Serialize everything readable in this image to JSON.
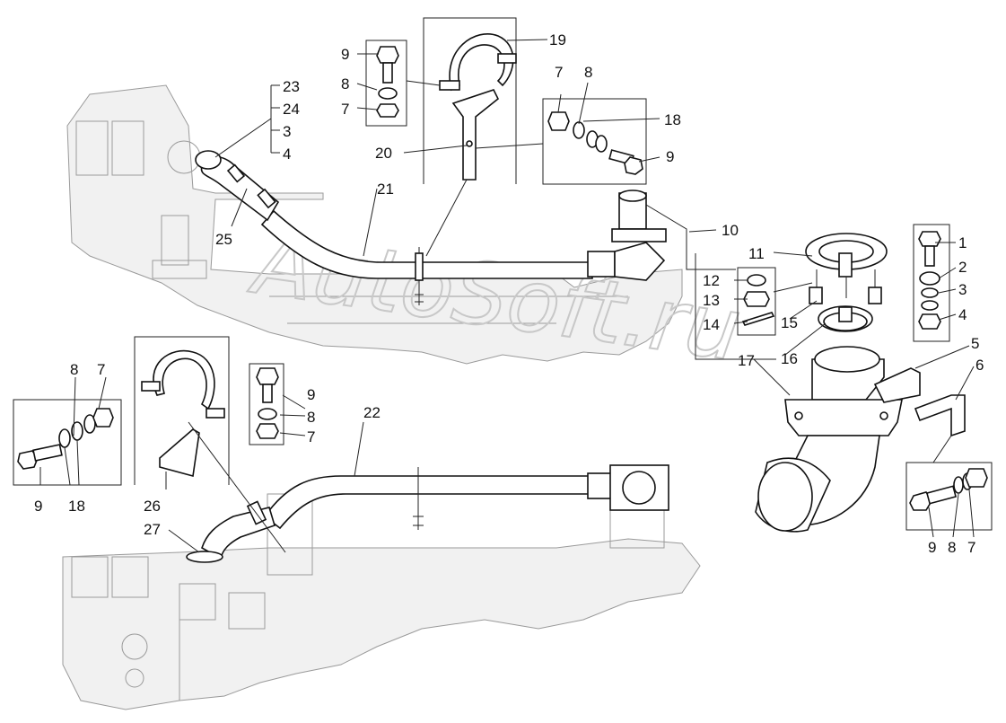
{
  "watermark": "AutoSoft.ru",
  "callouts": {
    "c1": "1",
    "c2": "2",
    "c3": "3",
    "c4": "4",
    "c5": "5",
    "c6": "6",
    "c7a": "7",
    "c7b": "7",
    "c7c": "7",
    "c7d": "7",
    "c7e": "7",
    "c8a": "8",
    "c8b": "8",
    "c8c": "8",
    "c8d": "8",
    "c8e": "8",
    "c9a": "9",
    "c9b": "9",
    "c9c": "9",
    "c9d": "9",
    "c9e": "9",
    "c10": "10",
    "c11": "11",
    "c12": "12",
    "c13": "13",
    "c14": "14",
    "c15": "15",
    "c16": "16",
    "c17": "17",
    "c18a": "18",
    "c18b": "18",
    "c19": "19",
    "c20": "20",
    "c21": "21",
    "c22": "22",
    "c23": "23",
    "c24": "24",
    "c3b": "3",
    "c4b": "4",
    "c25": "25",
    "c26": "26",
    "c27": "27"
  }
}
